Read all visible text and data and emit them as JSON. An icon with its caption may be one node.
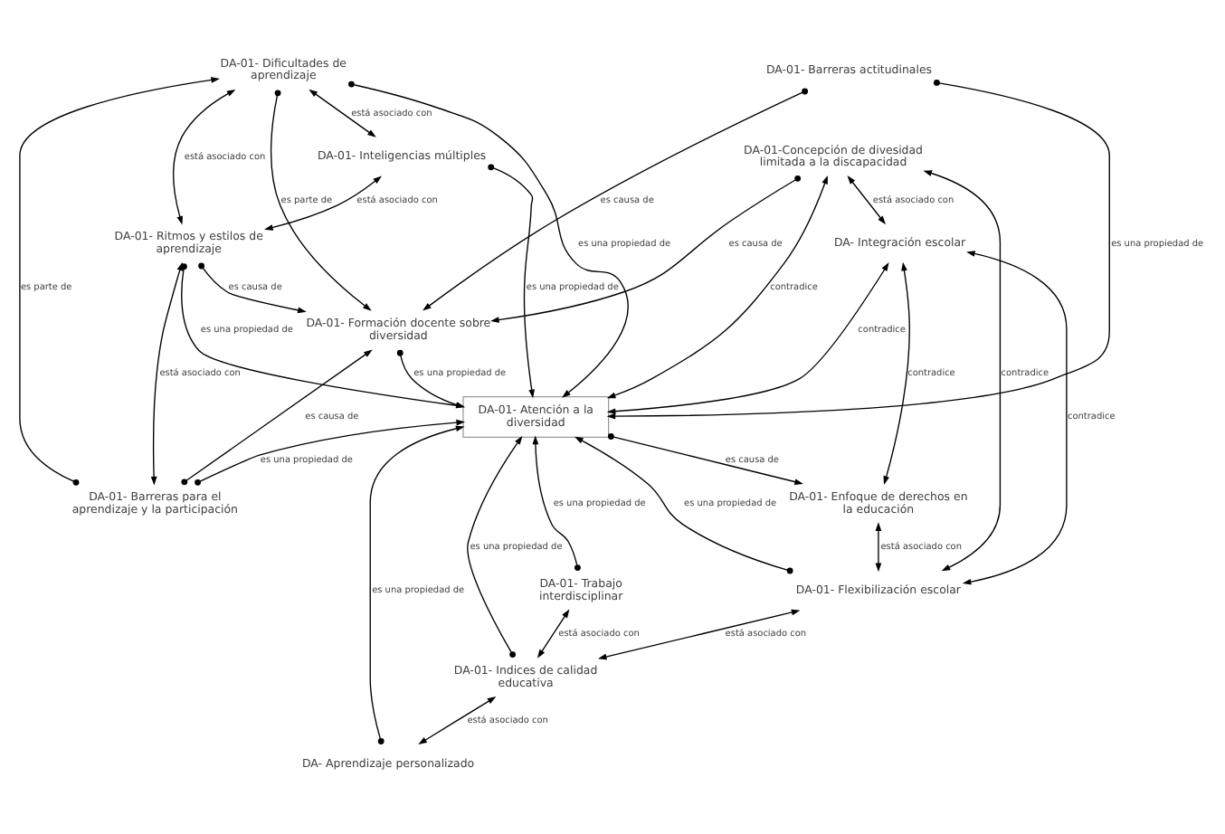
{
  "diagram": {
    "nodes": [
      {
        "text": [
          "DA-01- Dificultades de aprendizaje"
        ]
      },
      {
        "text": [
          "DA-01- Barreras actitudinales"
        ]
      },
      {
        "text": [
          "DA-01- Inteligencias múltiples"
        ]
      },
      {
        "text": [
          "DA-01- Formación docente sobre diversidad"
        ]
      },
      {
        "text": [
          "DA-01-Concepción de divesidad limitada a la discapacidad"
        ]
      },
      {
        "text": [
          "DA-01- Ritmos y estilos de aprendizaje"
        ]
      },
      {
        "text": [
          "DA- Integración escolar"
        ]
      },
      {
        "text": [
          "DA-01- Atención a la diversidad"
        ]
      },
      {
        "text": [
          "DA-01- Enfoque de derechos en la educación"
        ]
      },
      {
        "text": [
          "DA-01- Barreras para el aprendizaje y la participación"
        ]
      },
      {
        "text": [
          "DA-01- Trabajo interdisciplinar"
        ]
      },
      {
        "text": [
          "DA-01- Flexibilización escolar"
        ]
      },
      {
        "text": [
          "DA-01- Indices de calidad educativa"
        ]
      },
      {
        "text": [
          "DA- Aprendizaje personalizado"
        ]
      }
    ],
    "edges": [
      {
        "from": 9,
        "to": 0,
        "label": "es parte de",
        "arrow": "to"
      },
      {
        "from": 0,
        "to": 2,
        "label": "está asociado con",
        "arrow": "both"
      },
      {
        "from": 0,
        "to": 5,
        "label": "está asociado con",
        "arrow": "both"
      },
      {
        "from": 2,
        "to": 7,
        "label": "es una propiedad de",
        "arrow": "to"
      },
      {
        "from": 0,
        "to": 7,
        "label": "es una propiedad de",
        "arrow": "to"
      },
      {
        "from": 0,
        "to": 3,
        "label": "es parte de",
        "arrow": "to"
      },
      {
        "from": 1,
        "to": 7,
        "label": "es una propiedad de",
        "arrow": "to"
      },
      {
        "from": 1,
        "to": 3,
        "label": "es causa de",
        "arrow": "to"
      },
      {
        "from": 4,
        "to": 3,
        "label": "es causa de",
        "arrow": "to"
      },
      {
        "from": 2,
        "to": 5,
        "label": "está asociado con",
        "arrow": "both"
      },
      {
        "from": 5,
        "to": 3,
        "label": "es causa de",
        "arrow": "to"
      },
      {
        "from": 9,
        "to": 3,
        "label": "es causa de",
        "arrow": "to"
      },
      {
        "from": 3,
        "to": 7,
        "label": "es una propiedad de",
        "arrow": "to"
      },
      {
        "from": 4,
        "to": 6,
        "label": "está asociado con",
        "arrow": "both"
      },
      {
        "from": 7,
        "to": 6,
        "label": "contradice",
        "arrow": "both"
      },
      {
        "from": 7,
        "to": 4,
        "label": "contradice",
        "arrow": "both"
      },
      {
        "from": 5,
        "to": 7,
        "label": "es una propiedad de",
        "arrow": "to"
      },
      {
        "from": 5,
        "to": 9,
        "label": "está asociado con",
        "arrow": "both"
      },
      {
        "from": 9,
        "to": 7,
        "label": "es una propiedad de",
        "arrow": "to"
      },
      {
        "from": 7,
        "to": 8,
        "label": "es causa de",
        "arrow": "to"
      },
      {
        "from": 6,
        "to": 8,
        "label": "contradice",
        "arrow": "both"
      },
      {
        "from": 6,
        "to": 11,
        "label": "contradice",
        "arrow": "both"
      },
      {
        "from": 4,
        "to": 11,
        "label": "contradice",
        "arrow": "both"
      },
      {
        "from": 8,
        "to": 11,
        "label": "está asociado con",
        "arrow": "both"
      },
      {
        "from": 10,
        "to": 7,
        "label": "es una propiedad de",
        "arrow": "to"
      },
      {
        "from": 12,
        "to": 7,
        "label": "es una propiedad de",
        "arrow": "to"
      },
      {
        "from": 11,
        "to": 7,
        "label": "es una propiedad de",
        "arrow": "to"
      },
      {
        "from": 12,
        "to": 11,
        "label": "está asociado con",
        "arrow": "both"
      },
      {
        "from": 10,
        "to": 12,
        "label": "está asociado con",
        "arrow": "both"
      },
      {
        "from": 12,
        "to": 13,
        "label": "está asociado con",
        "arrow": "both"
      },
      {
        "from": 13,
        "to": 7,
        "label": "es una propiedad de",
        "arrow": "to"
      }
    ]
  }
}
